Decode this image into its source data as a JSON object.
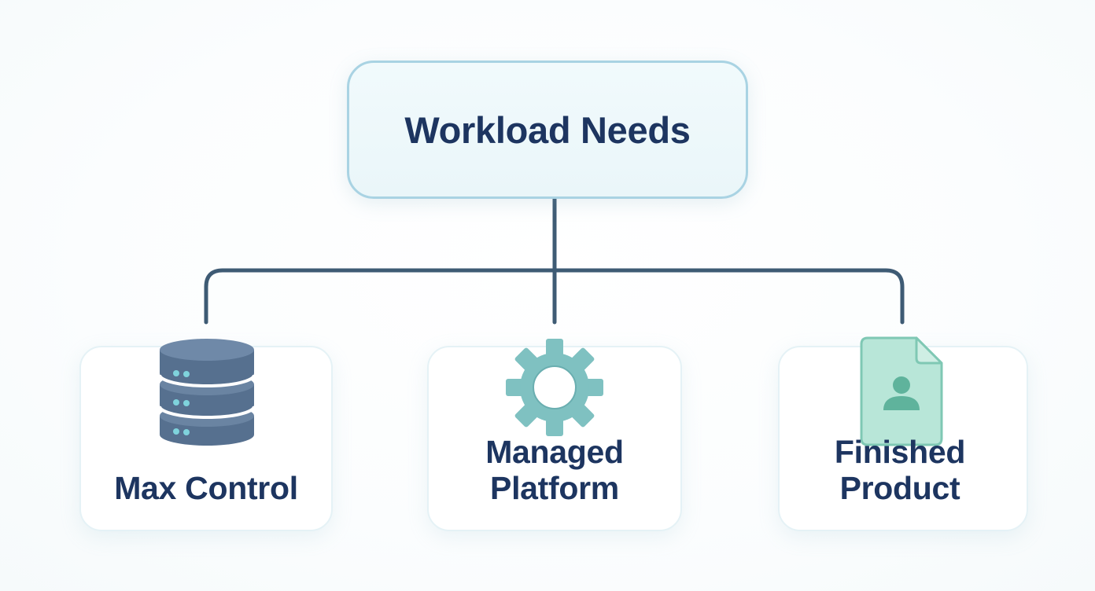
{
  "diagram": {
    "root": {
      "label": "Workload Needs"
    },
    "children": [
      {
        "id": "max-control",
        "lines": [
          "Max Control"
        ],
        "icon": "database-icon",
        "icon_color": "#56708f"
      },
      {
        "id": "managed-platform",
        "lines": [
          "Managed",
          "Platform"
        ],
        "icon": "gear-icon",
        "icon_color": "#7fc1c1"
      },
      {
        "id": "finished-product",
        "lines": [
          "Finished",
          "Product"
        ],
        "icon": "document-user-icon",
        "icon_color": "#8fd0c0"
      }
    ]
  },
  "colors": {
    "connector": "#3e5b74",
    "text": "#1d3560",
    "root_border": "#a9d3e3",
    "database_dots": "#7fd3dc"
  }
}
